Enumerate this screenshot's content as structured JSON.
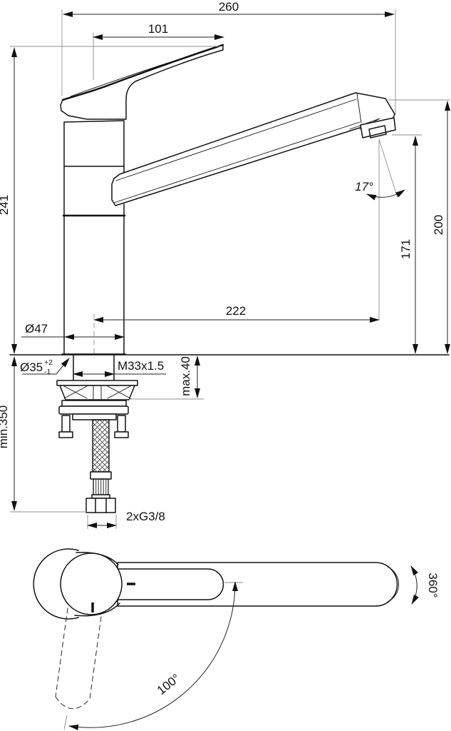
{
  "drawing": {
    "labels": {
      "dim_260": "260",
      "dim_101": "101",
      "dim_241": "241",
      "dim_200": "200",
      "dim_171": "171",
      "dim_222": "222",
      "dia_47": "Ø47",
      "dia_35": "Ø35",
      "dia_35_tol_plus": "+2",
      "dia_35_tol_minus": "-1",
      "thread": "M33x1.5",
      "max_deck_thickness": "max.40",
      "min_hose_length": "min.350",
      "connection": "2xG3/8",
      "spout_angle": "17°",
      "swivel_angle": "360°",
      "handle_swing_angle": "100°"
    },
    "line_color": "#111111",
    "dim_color": "#222222",
    "ext_color": "#8c8c8c"
  }
}
